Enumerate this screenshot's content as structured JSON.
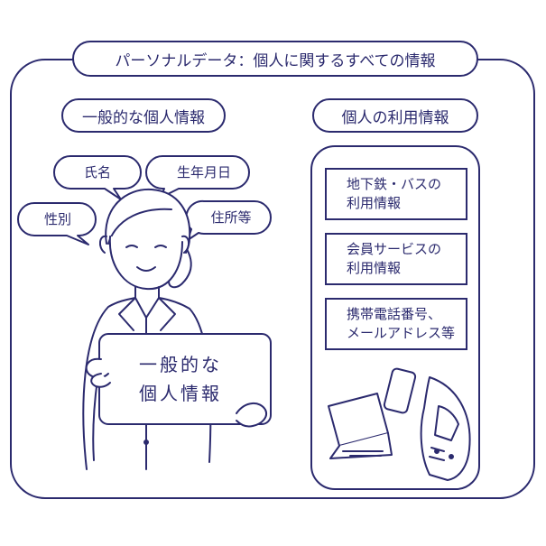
{
  "colors": {
    "ink": "#2b2a6e",
    "background": "#ffffff"
  },
  "title": "パーソナルデータ：個人に関するすべての情報",
  "left": {
    "heading": "一般的な個人情報",
    "bubbles": [
      "氏名",
      "生年月日",
      "性別",
      "住所等"
    ],
    "board": {
      "line1": "一般的な",
      "line2": "個人情報"
    }
  },
  "right": {
    "heading": "個人の利用情報",
    "boxes": [
      {
        "line1": "地下鉄・バスの",
        "line2": "利用情報"
      },
      {
        "line1": "会員サービスの",
        "line2": "利用情報"
      },
      {
        "line1": "携帯電話番号、",
        "line2": "メールアドレス等"
      }
    ],
    "devices": [
      "laptop-icon",
      "smartphone-icon",
      "train-icon"
    ]
  }
}
